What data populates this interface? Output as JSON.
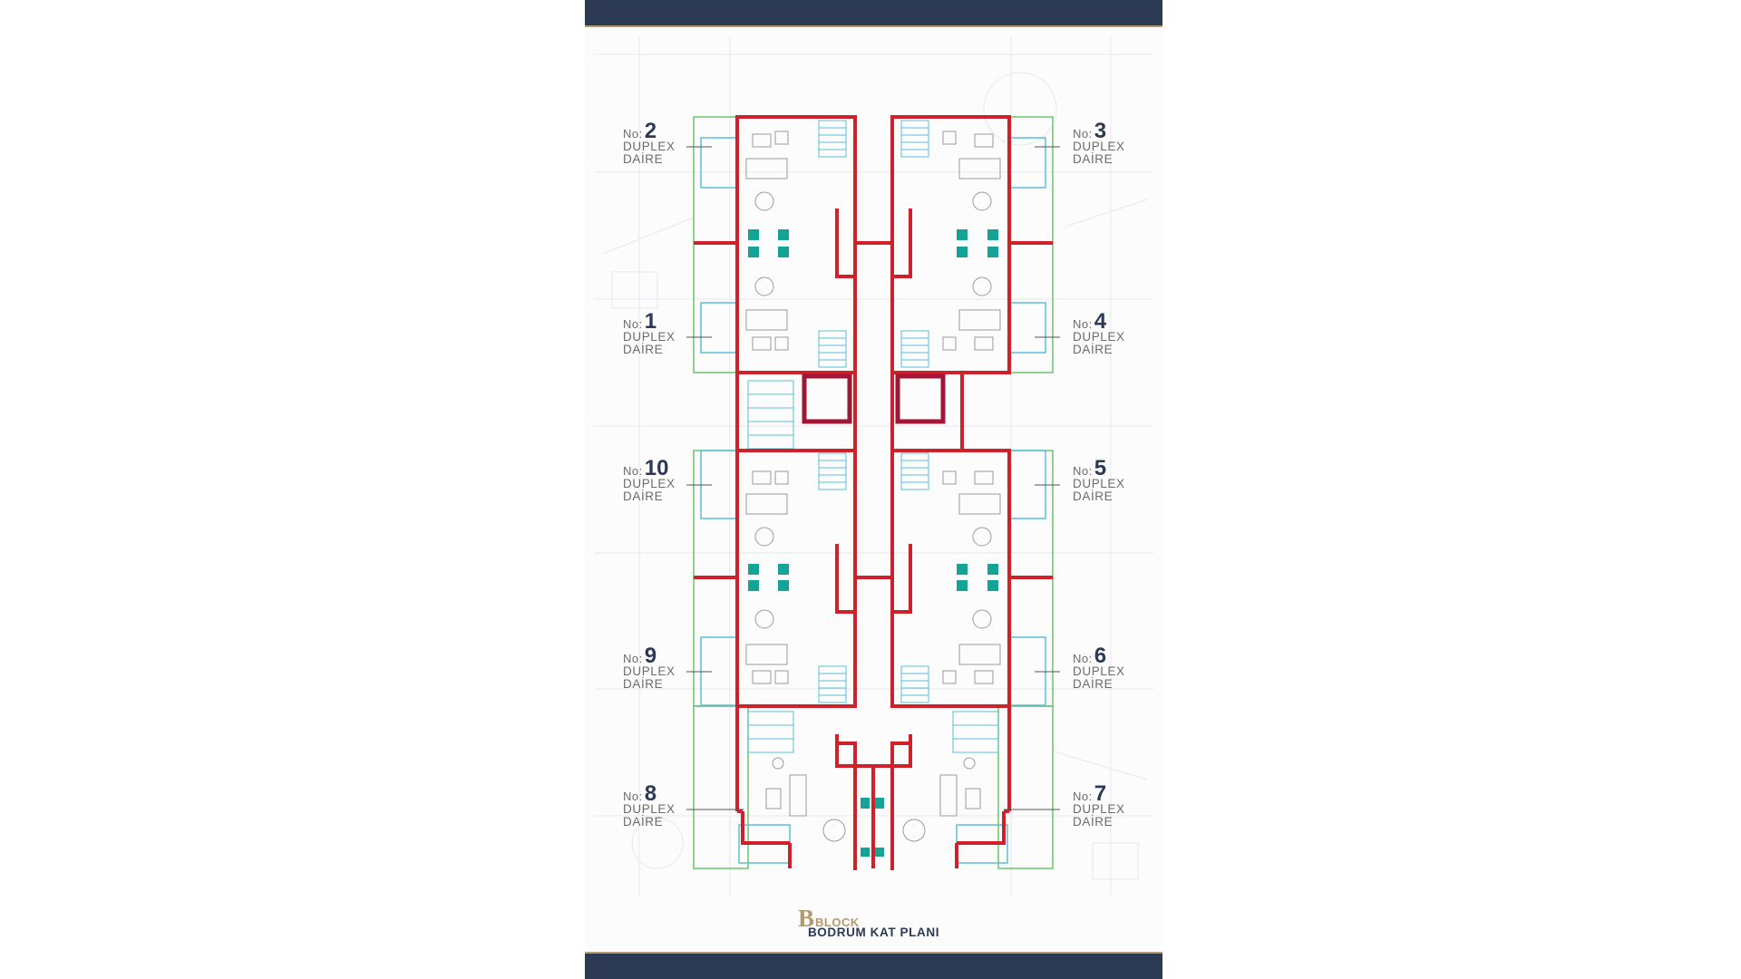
{
  "plan": {
    "block": {
      "letter": "B",
      "word": "BLOCK"
    },
    "floor_title": "BODRUM KAT PLANI",
    "units": [
      {
        "no_prefix": "No:",
        "number": "2",
        "type": "DUPLEX",
        "kind": "DAİRE"
      },
      {
        "no_prefix": "No:",
        "number": "3",
        "type": "DUPLEX",
        "kind": "DAİRE"
      },
      {
        "no_prefix": "No:",
        "number": "1",
        "type": "DUPLEX",
        "kind": "DAİRE"
      },
      {
        "no_prefix": "No:",
        "number": "4",
        "type": "DUPLEX",
        "kind": "DAİRE"
      },
      {
        "no_prefix": "No:",
        "number": "10",
        "type": "DUPLEX",
        "kind": "DAİRE"
      },
      {
        "no_prefix": "No:",
        "number": "5",
        "type": "DUPLEX",
        "kind": "DAİRE"
      },
      {
        "no_prefix": "No:",
        "number": "9",
        "type": "DUPLEX",
        "kind": "DAİRE"
      },
      {
        "no_prefix": "No:",
        "number": "6",
        "type": "DUPLEX",
        "kind": "DAİRE"
      },
      {
        "no_prefix": "No:",
        "number": "8",
        "type": "DUPLEX",
        "kind": "DAİRE"
      },
      {
        "no_prefix": "No:",
        "number": "7",
        "type": "DUPLEX",
        "kind": "DAİRE"
      }
    ]
  },
  "colors": {
    "wall": "#d0202a",
    "terrace_outline": "#6cc36c",
    "balcony_outline": "#5bc0d6",
    "kitchen": "#14a396",
    "navy": "#2c3a56",
    "gold": "#b49a6a",
    "label_grey": "#6b6b6b"
  }
}
